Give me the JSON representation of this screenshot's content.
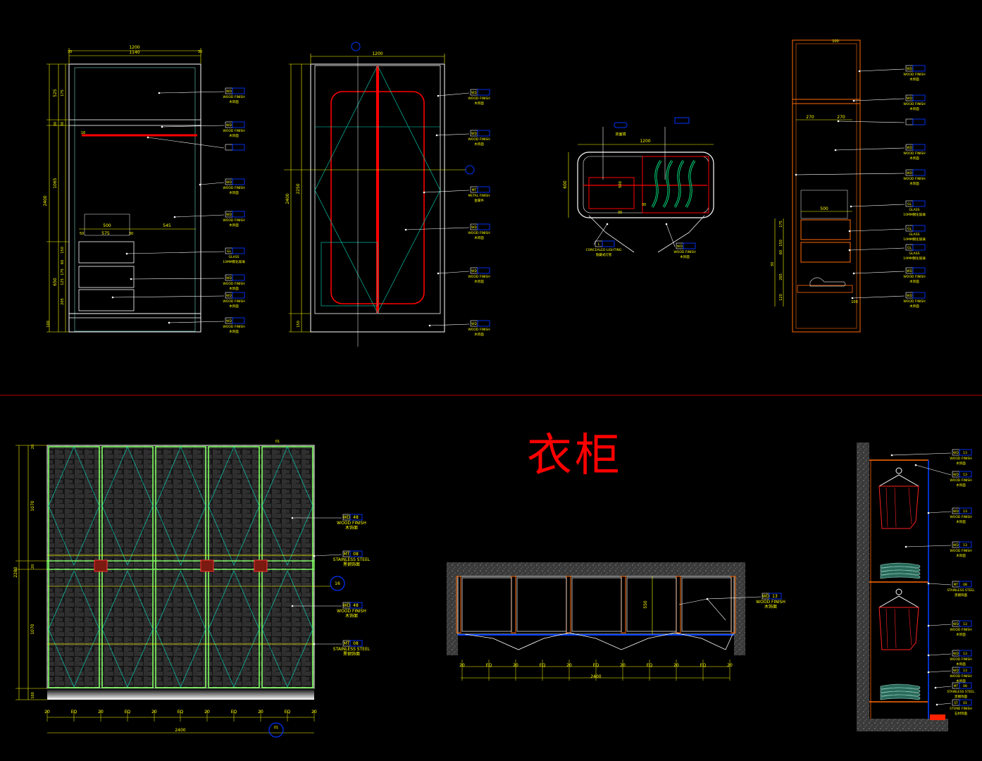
{
  "title": "衣柜",
  "colors": {
    "background": "#000000",
    "cabinet": "#ffffff",
    "dimension": "#ffff00",
    "leader": "#ffffff",
    "accent_red": "#ff0000",
    "guide_green": "#00ffcc",
    "tag_blue": "#0033ff",
    "orange": "#ff6600",
    "hatch": "#6b6b6b",
    "separator": "#cc0000"
  },
  "elev1": {
    "dims_top": [
      "1200",
      "1140",
      "30",
      "30"
    ],
    "dims_left": [
      "2400",
      "525",
      "1065",
      "650",
      "30",
      "100",
      "175",
      "150",
      "60",
      "175",
      "125",
      "205"
    ],
    "dims_inner": [
      "500",
      "575",
      "545",
      "50",
      "30"
    ],
    "tags": [
      {
        "code": "WD",
        "en": "WOOD FINISH",
        "cn": "木饰面"
      },
      {
        "code": "WD",
        "en": "WOOD FINISH",
        "cn": "木饰面"
      },
      {
        "code": "",
        "en": "",
        "cn": ""
      },
      {
        "code": "WD",
        "en": "WOOD FINISH",
        "cn": "木饰面"
      },
      {
        "code": "WD",
        "en": "WOOD FINISH",
        "cn": "木饰面"
      },
      {
        "code": "GL",
        "en": "GLASS",
        "cn": "10MM钢化玻璃"
      },
      {
        "code": "WD",
        "en": "WOOD FINISH",
        "cn": "木饰面"
      },
      {
        "code": "WD",
        "en": "WOOD FINISH",
        "cn": "木饰面"
      },
      {
        "code": "WD",
        "en": "WOOD FINISH",
        "cn": "木饰面"
      }
    ]
  },
  "elev2": {
    "dims_top": [
      "1200"
    ],
    "dims_left": [
      "2400",
      "2250",
      "150"
    ],
    "tags": [
      {
        "code": "WD",
        "en": "WOOD FINISH",
        "cn": "木饰面"
      },
      {
        "code": "WD",
        "en": "WOOD FINISH",
        "cn": "木饰面"
      },
      {
        "code": "MT",
        "en": "METAL FINISH",
        "cn": "金属件"
      },
      {
        "code": "WD",
        "en": "WOOD FINISH",
        "cn": "木饰面"
      },
      {
        "code": "WD",
        "en": "WOOD FINISH",
        "cn": "木饰面"
      },
      {
        "code": "WD",
        "en": "WOOD FINISH",
        "cn": "木饰面"
      }
    ]
  },
  "plan1": {
    "dims": [
      "1200",
      "600",
      "500",
      "30"
    ],
    "tags": [
      {
        "code": "L",
        "en": "CONCEALED LIGHTING",
        "cn": "隐藏式灯管"
      },
      {
        "code": "WD",
        "en": "WOOD FINISH",
        "cn": "木饰面"
      }
    ],
    "top_note": "双面镜"
  },
  "section1": {
    "dims": [
      "270",
      "500",
      "100",
      "175",
      "150",
      "60",
      "265",
      "30",
      "120"
    ],
    "tags": [
      {
        "code": "WD",
        "en": "WOOD FINISH",
        "cn": "木饰面"
      },
      {
        "code": "WD",
        "en": "WOOD FINISH",
        "cn": "木饰面"
      },
      {
        "code": "",
        "en": "",
        "cn": ""
      },
      {
        "code": "WD",
        "en": "WOOD FINISH",
        "cn": "木饰面"
      },
      {
        "code": "WD",
        "en": "WOOD FINISH",
        "cn": "木饰面"
      },
      {
        "code": "GL",
        "en": "GLASS",
        "cn": "10MM钢化玻璃"
      },
      {
        "code": "GL",
        "en": "GLASS",
        "cn": "10MM钢化玻璃"
      },
      {
        "code": "GL",
        "en": "GLASS",
        "cn": "10MM钢化玻璃"
      },
      {
        "code": "WD",
        "en": "WOOD FINISH",
        "cn": "木饰面"
      },
      {
        "code": "WD",
        "en": "WOOD FINISH",
        "cn": "木饰面"
      }
    ]
  },
  "front_elev": {
    "dims_left": [
      "2280",
      "1070",
      "20",
      "1070",
      "100",
      "20"
    ],
    "dims_bottom": [
      "20",
      "EQ",
      "20",
      "EQ",
      "20",
      "EQ",
      "20",
      "EQ",
      "20",
      "EQ",
      "20"
    ],
    "dim_total": "2400",
    "tags": [
      {
        "code": "WD",
        "num": "48",
        "en": "WOOD FINISH",
        "cn": "木饰面"
      },
      {
        "code": "MT",
        "num": "08",
        "en": "STAINLESS STEEL",
        "cn": "黑钢饰面"
      },
      {
        "code": "WD",
        "num": "48",
        "en": "WOOD FINISH",
        "cn": "木饰面"
      },
      {
        "code": "MT",
        "num": "08",
        "en": "STAINLESS STEEL",
        "cn": "黑钢饰面"
      }
    ],
    "marker_top": "01",
    "marker_bottom": "01",
    "marker_side": "16"
  },
  "plan2": {
    "dims_bottom": [
      "20",
      "EQ",
      "20",
      "EQ",
      "20",
      "EQ",
      "20",
      "EQ",
      "20",
      "EQ",
      "20"
    ],
    "dim_total": "2400",
    "dim_depth": "550",
    "tag": {
      "code": "WD",
      "num": "13",
      "en": "WOOD FINISH",
      "cn": "木饰面"
    }
  },
  "section2": {
    "tags": [
      {
        "code": "WD",
        "num": "13",
        "en": "WOOD FINISH",
        "cn": "木饰面"
      },
      {
        "code": "WD",
        "num": "13",
        "en": "WOOD FINISH",
        "cn": "木饰面"
      },
      {
        "code": "WD",
        "num": "13",
        "en": "WOOD FINISH",
        "cn": "木饰面"
      },
      {
        "code": "WD",
        "num": "13",
        "en": "WOOD FINISH",
        "cn": "木饰面"
      },
      {
        "code": "MT",
        "num": "08",
        "en": "STAINLESS STEEL",
        "cn": "黑钢饰面"
      },
      {
        "code": "WD",
        "num": "13",
        "en": "WOOD FINISH",
        "cn": "木饰面"
      },
      {
        "code": "WD",
        "num": "13",
        "en": "WOOD FINISH",
        "cn": "木饰面"
      },
      {
        "code": "WD",
        "num": "13",
        "en": "WOOD FINISH",
        "cn": "木饰面"
      },
      {
        "code": "MT",
        "num": "08",
        "en": "STAINLESS STEEL",
        "cn": "黑钢饰面"
      },
      {
        "code": "ST",
        "num": "01",
        "en": "STONE FINISH",
        "cn": "石材饰面"
      }
    ]
  }
}
